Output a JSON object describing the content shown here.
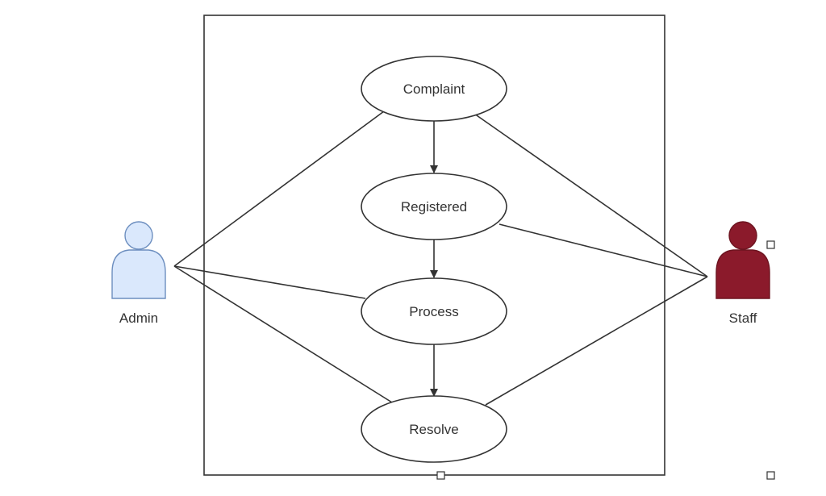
{
  "use_cases": [
    {
      "id": "complaint",
      "label": "Complaint"
    },
    {
      "id": "registered",
      "label": "Registered"
    },
    {
      "id": "process",
      "label": "Process"
    },
    {
      "id": "resolve",
      "label": "Resolve"
    }
  ],
  "actors": {
    "admin": {
      "label": "Admin",
      "color": "#dae8fc",
      "stroke": "#6c8ebf"
    },
    "staff": {
      "label": "Staff",
      "color": "#8b1a2b",
      "stroke": "#6d1420"
    }
  }
}
